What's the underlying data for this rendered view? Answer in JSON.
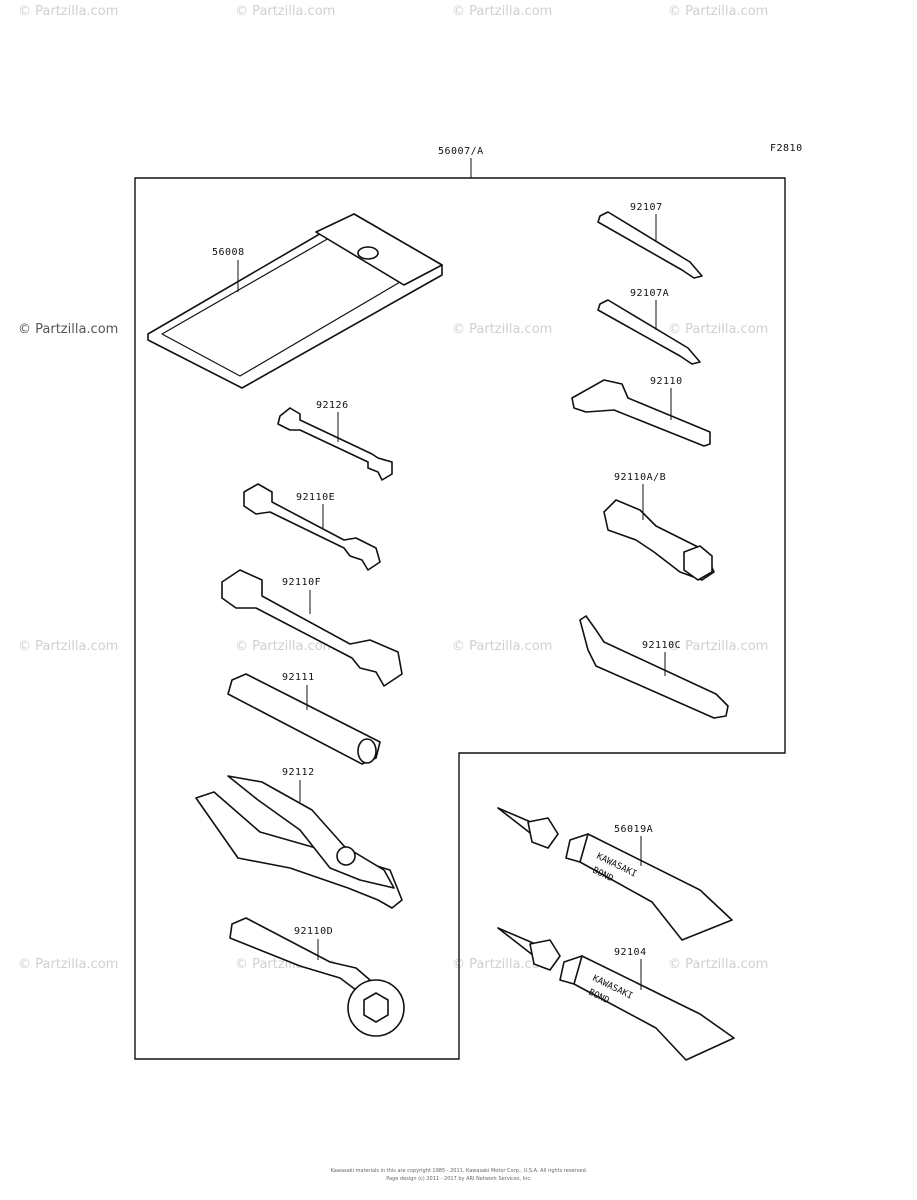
{
  "figure_code": "F2810",
  "assembly_label": "56007/A",
  "watermark": "© Partzilla.com",
  "footer": {
    "line1": "Kawasaki materials in this are copyright 1985 - 2011, Kawasaki Motor Corp., U.S.A. All rights reserved.",
    "line2": "Page design (c) 2011 - 2017 by ARI Network Services, Inc."
  },
  "parts": [
    {
      "id": "56008",
      "label": "56008",
      "icon": "tool-bag-icon"
    },
    {
      "id": "92126",
      "label": "92126",
      "icon": "open-end-wrench-icon"
    },
    {
      "id": "92110E",
      "label": "92110E",
      "icon": "open-end-wrench-icon"
    },
    {
      "id": "92110F",
      "label": "92110F",
      "icon": "open-end-wrench-icon"
    },
    {
      "id": "92111",
      "label": "92111",
      "icon": "screwdriver-handle-icon"
    },
    {
      "id": "92112",
      "label": "92112",
      "icon": "pliers-icon"
    },
    {
      "id": "92110D",
      "label": "92110D",
      "icon": "box-wrench-icon"
    },
    {
      "id": "92107",
      "label": "92107",
      "icon": "screwdriver-bit-icon"
    },
    {
      "id": "92107A",
      "label": "92107A",
      "icon": "screwdriver-bit-icon"
    },
    {
      "id": "92110",
      "label": "92110",
      "icon": "hex-key-icon"
    },
    {
      "id": "92110A/B",
      "label": "92110A/B",
      "icon": "spark-plug-wrench-icon"
    },
    {
      "id": "92110C",
      "label": "92110C",
      "icon": "hook-spanner-icon"
    },
    {
      "id": "56019A",
      "label": "56019A",
      "icon": "bond-tube-icon",
      "tube_text": [
        "KAWASAKI",
        "BOND"
      ]
    },
    {
      "id": "92104",
      "label": "92104",
      "icon": "bond-tube-icon",
      "tube_text": [
        "KAWASAKI",
        "BOND"
      ]
    }
  ]
}
